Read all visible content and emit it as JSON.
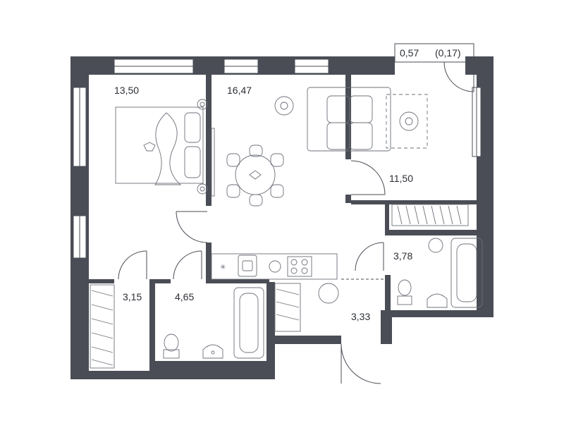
{
  "rooms": {
    "bedroom": "13,50",
    "kitchen_living": "16,47",
    "living": "11,50",
    "bath_large": "3,78",
    "storage": "3,15",
    "bathroom": "4,65",
    "hall": "3,33"
  },
  "balcony": {
    "area": "0,57",
    "area_reduced": "(0,17)"
  },
  "colors": {
    "wall": "#4a4d55",
    "line": "#6d7079",
    "text": "#2c2f36"
  },
  "icons": [
    "bed-icon",
    "dining-table-icon",
    "sofa-icon",
    "bathtub-icon",
    "toilet-icon",
    "sink-icon",
    "stove-icon",
    "washing-machine-icon",
    "wardrobe-icon",
    "door-swing-icon"
  ]
}
